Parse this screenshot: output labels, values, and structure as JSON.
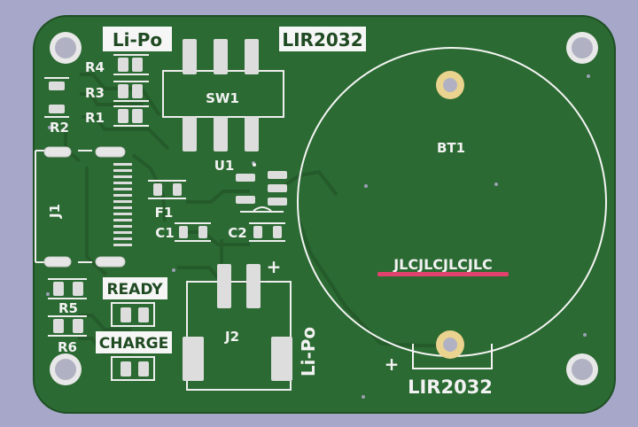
{
  "board": {
    "title_labels": {
      "lipo_top": "Li-Po",
      "lir2032_top": "LIR2032",
      "lir2032_bottom": "LIR2032",
      "lipo_side": "Li-Po",
      "ready": "READY",
      "charge": "CHARGE"
    },
    "refs": {
      "r4": "R4",
      "r3": "R3",
      "r1": "R1",
      "r2": "R2",
      "sw1": "SW1",
      "u1": "U1",
      "j1": "J1",
      "f1": "F1",
      "c1": "C1",
      "c2": "C2",
      "r5": "R5",
      "r6": "R6",
      "j2": "J2",
      "bt1": "BT1"
    },
    "marks": {
      "plus_j2": "+",
      "plus_bt": "+",
      "jlc": "JLCJLCJLCJLC"
    },
    "colors": {
      "background": "#a7a8c9",
      "pcb": "#2b6a32",
      "trace": "#275f2d",
      "silk": "#f2f2f2",
      "pad": "#d9d9d9",
      "hole": "#b1b1c4",
      "jlc_line": "#e0426e"
    }
  }
}
